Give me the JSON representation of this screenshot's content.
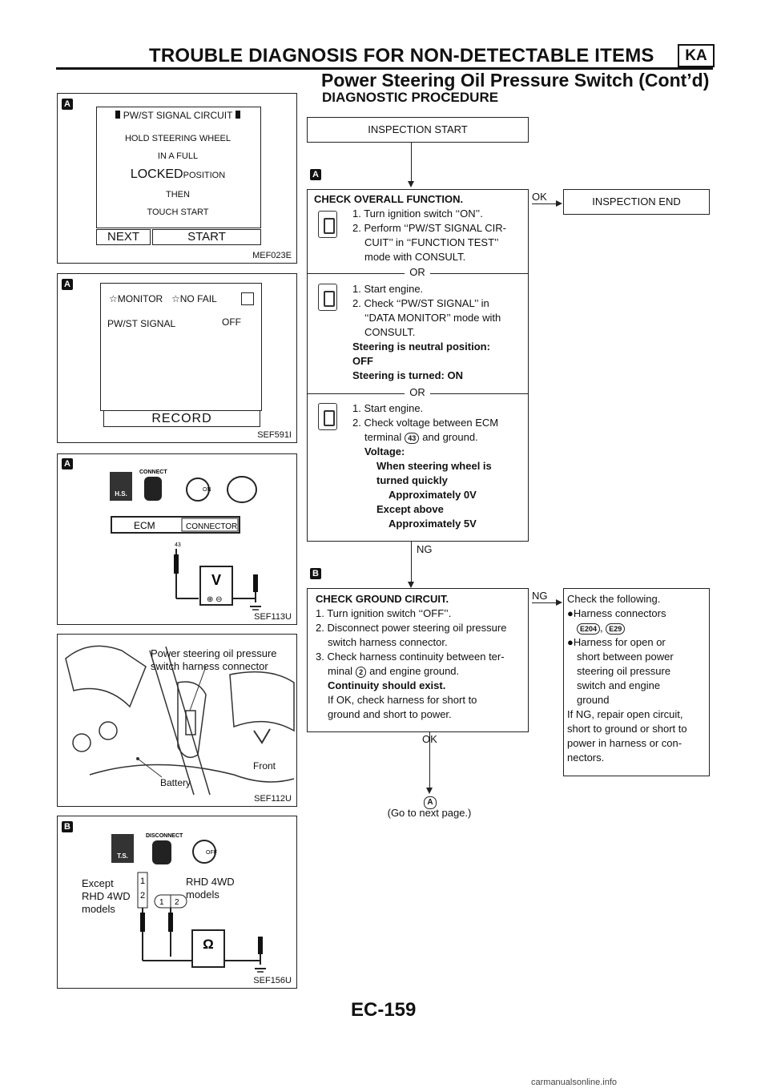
{
  "header": {
    "title": "TROUBLE DIAGNOSIS FOR NON-DETECTABLE ITEMS",
    "badge": "KA",
    "subtitle": "Power Steering Oil Pressure Switch (Cont’d)"
  },
  "section_title": "DIAGNOSTIC PROCEDURE",
  "panels": {
    "p1": {
      "tag": "A",
      "code": "MEF023E",
      "screen_title": "PW/ST SIGNAL CIRCUIT",
      "lines": [
        "HOLD STEERING WHEEL",
        "IN A FULL"
      ],
      "locked": "LOCKED",
      "position": "POSITION",
      "then": "THEN",
      "touch": "TOUCH START",
      "btn_next": "NEXT",
      "btn_start": "START"
    },
    "p2": {
      "tag": "A",
      "code": "SEF591I",
      "monitor": "MONITOR",
      "no_fail": "NO FAIL",
      "signal": "PW/ST SIGNAL",
      "value": "OFF",
      "record": "RECORD"
    },
    "p3": {
      "tag": "A",
      "code": "SEF113U",
      "connect": "CONNECT",
      "hs": "H.S.",
      "on": "ON",
      "ecm": "ECM",
      "connector": "CONNECTOR",
      "pin": "43",
      "meter": "V"
    },
    "p4": {
      "code": "SEF112U",
      "label1": "Power steering oil pressure",
      "label2": "switch harness connector",
      "front": "Front",
      "battery": "Battery"
    },
    "p5": {
      "tag": "B",
      "code": "SEF156U",
      "disconnect": "DISCONNECT",
      "ts": "T.S.",
      "off": "OFF",
      "except": [
        "Except",
        "RHD 4WD",
        "models"
      ],
      "rhd": [
        "RHD 4WD",
        "models"
      ],
      "pins": [
        "1",
        "2"
      ],
      "meter": "Ω"
    }
  },
  "flow": {
    "start": "INSPECTION START",
    "tag_a": "A",
    "tag_b": "B",
    "check1": {
      "title": "CHECK OVERALL FUNCTION.",
      "s1": "1. Turn ignition switch ‘‘ON’’.",
      "s2a": "2. Perform ‘‘PW/ST SIGNAL CIR-",
      "s2b": "CUIT’’ in ‘‘FUNCTION TEST’’",
      "s2c": "mode with CONSULT.",
      "or1": "OR",
      "m1": "1. Start engine.",
      "m2a": "2. Check ‘‘PW/ST SIGNAL’’ in",
      "m2b": "‘‘DATA MONITOR’’ mode with",
      "m2c": "CONSULT.",
      "cond1": "Steering is neutral position:",
      "cond2": "OFF",
      "cond3": "Steering is turned: ON",
      "or2": "OR",
      "v1": "1. Start engine.",
      "v2": "2. Check voltage between ECM",
      "v3a": "terminal",
      "v3_term": "43",
      "v3b": "and ground.",
      "voltage": "Voltage:",
      "w1": "When steering wheel is",
      "w2": "turned quickly",
      "w3": "Approximately 0V",
      "w4": "Except above",
      "w5": "Approximately 5V"
    },
    "ok_label": "OK",
    "end": "INSPECTION END",
    "ng_label": "NG",
    "check2": {
      "title": "CHECK GROUND CIRCUIT.",
      "s1": "1. Turn ignition switch ‘‘OFF’’.",
      "s2a": "2. Disconnect power steering oil pressure",
      "s2b": "switch harness connector.",
      "s3a": "3. Check harness continuity between ter-",
      "s3b_pre": "minal",
      "s3b_term": "2",
      "s3b_post": "and engine ground.",
      "c1": "Continuity should exist.",
      "c2": "If OK, check harness for short to",
      "c3": "ground and short to power."
    },
    "ng2_label": "NG",
    "ok2_label": "OK",
    "check_following": {
      "t": "Check the following.",
      "b1": "Harness connectors",
      "conn1": "E204",
      "sep": ",",
      "conn2": "E29",
      "b2a": "Harness for open or",
      "b2b": "short between power",
      "b2c": "steering oil pressure",
      "b2d": "switch and engine",
      "b2e": "ground",
      "r1": "If NG, repair open circuit,",
      "r2": "short to ground or short to",
      "r3": "power in harness or con-",
      "r4": "nectors."
    },
    "goto_tag": "A",
    "goto": "(Go to next page.)"
  },
  "page_number": "EC-159",
  "footer": "carmanualsonline.info"
}
